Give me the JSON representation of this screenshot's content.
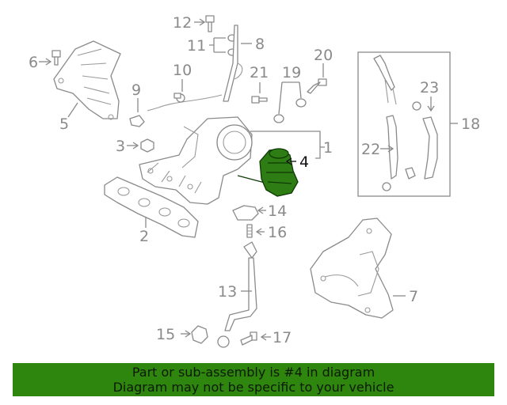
{
  "diagram": {
    "callouts": [
      "1",
      "2",
      "3",
      "4",
      "5",
      "6",
      "7",
      "8",
      "9",
      "10",
      "11",
      "12",
      "13",
      "14",
      "15",
      "16",
      "17",
      "18",
      "19",
      "20",
      "21",
      "22",
      "23"
    ],
    "highlighted_part": "4"
  },
  "banner": {
    "line1": "Part or sub-assembly is #4 in diagram",
    "line2": "Diagram may not be specific to your vehicle"
  },
  "colors": {
    "banner_bg": "#2f860f",
    "highlight": "#2e7d14",
    "line_art": "#8a8a8a"
  }
}
